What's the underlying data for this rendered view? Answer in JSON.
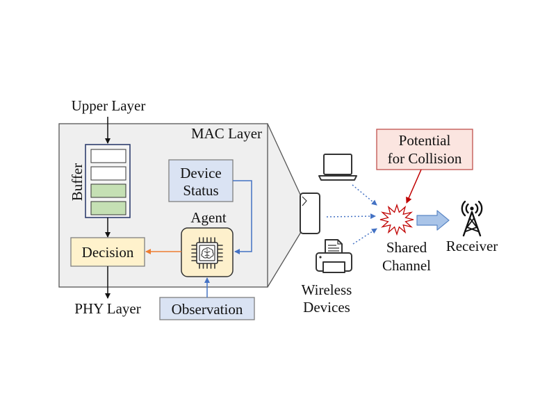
{
  "labels": {
    "upper_layer": "Upper Layer",
    "mac_layer": "MAC Layer",
    "buffer": "Buffer",
    "decision": "Decision",
    "phy_layer": "PHY Layer",
    "device_status": [
      "Device",
      "Status"
    ],
    "agent": "Agent",
    "observation": "Observation",
    "collision_note": [
      "Potential",
      "for Collision"
    ],
    "shared_channel": [
      "Shared",
      "Channel"
    ],
    "receiver": "Receiver",
    "wireless_devices": [
      "Wireless",
      "Devices"
    ]
  },
  "buffer_slots": [
    "empty",
    "empty",
    "occupied",
    "occupied"
  ],
  "icons": [
    "laptop-icon",
    "smartphone-icon",
    "printer-icon",
    "collision-starburst-icon",
    "antenna-tower-icon",
    "ai-chip-icon"
  ],
  "colors": {
    "mac_layer_fill": "#efefef",
    "buffer_empty": "#ffffff",
    "buffer_occupied": "#c5e0b4",
    "decision_fill": "#fff2cc",
    "agent_fill": "#fdf0cc",
    "info_box_fill": "#dae3f3",
    "collision_fill": "#fbe5e0",
    "collision_red": "#c00000",
    "link_blue": "#4472c4",
    "action_orange": "#ed7d31"
  }
}
